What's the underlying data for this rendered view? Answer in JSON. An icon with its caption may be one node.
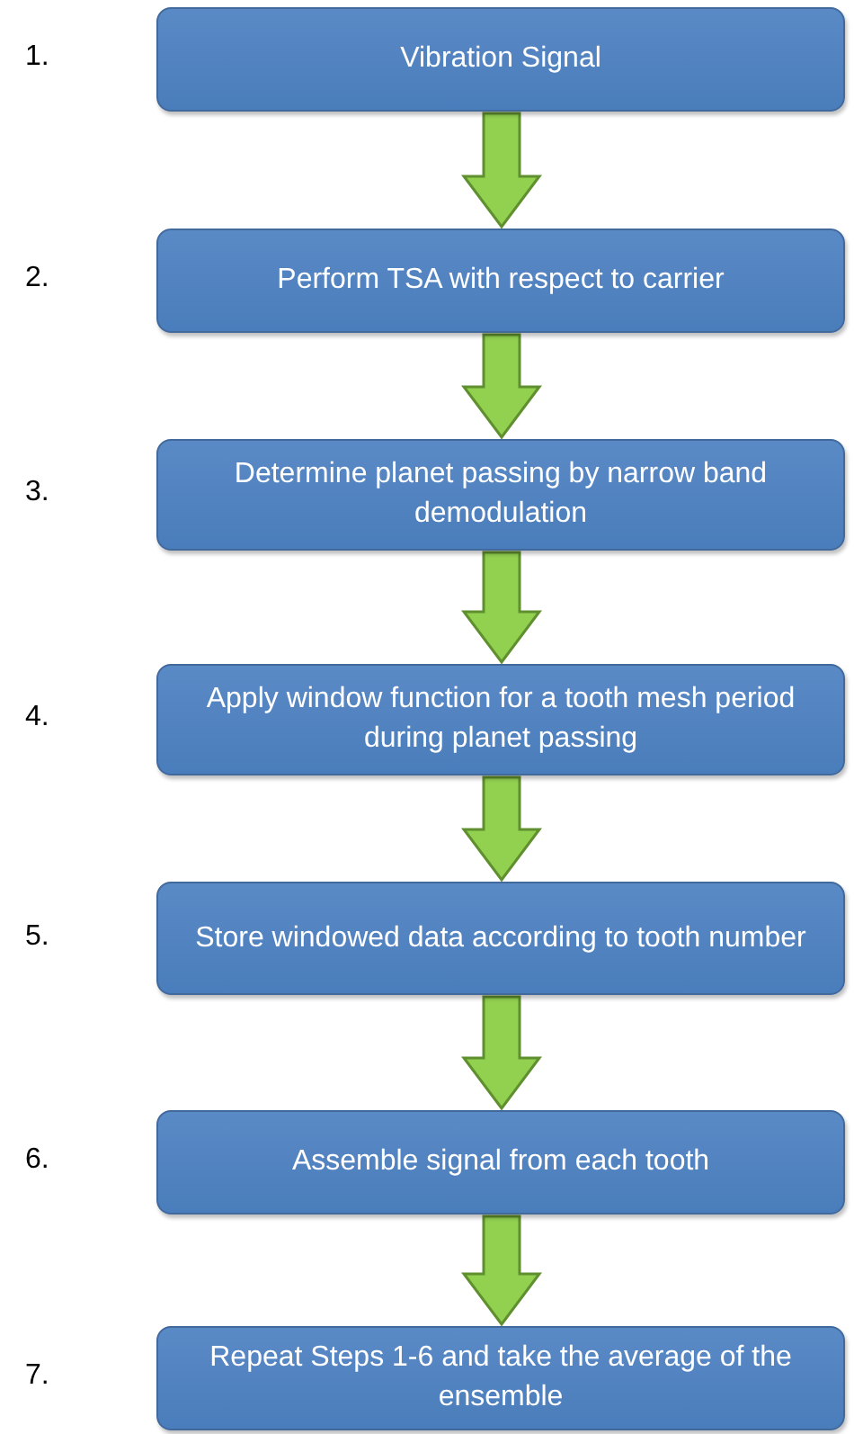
{
  "diagram": {
    "nodes": [
      {
        "text": [
          "Vibration Signal"
        ],
        "beside": [
          "1."
        ]
      },
      {
        "text": [
          "Perform TSA with respect to carrier"
        ],
        "beside": [
          "2."
        ]
      },
      {
        "text": [
          "Determine planet passing by narrow band demodulation"
        ],
        "beside": [
          "3."
        ]
      },
      {
        "text": [
          "Apply window function for a tooth mesh period during planet passing"
        ],
        "beside": [
          "4."
        ]
      },
      {
        "text": [
          "Store windowed data according to tooth number"
        ],
        "beside": [
          "5."
        ]
      },
      {
        "text": [
          "Assemble signal from each tooth"
        ],
        "beside": [
          "6."
        ]
      },
      {
        "text": [
          "Repeat Steps 1-6 and take the average of the ensemble"
        ],
        "beside": [
          "7."
        ]
      }
    ],
    "edges": [
      {
        "from": 0,
        "to": 1,
        "arrow": "to"
      },
      {
        "from": 1,
        "to": 2,
        "arrow": "to"
      },
      {
        "from": 2,
        "to": 3,
        "arrow": "to"
      },
      {
        "from": 3,
        "to": 4,
        "arrow": "to"
      },
      {
        "from": 4,
        "to": 5,
        "arrow": "to"
      },
      {
        "from": 5,
        "to": 6,
        "arrow": "to"
      }
    ]
  }
}
